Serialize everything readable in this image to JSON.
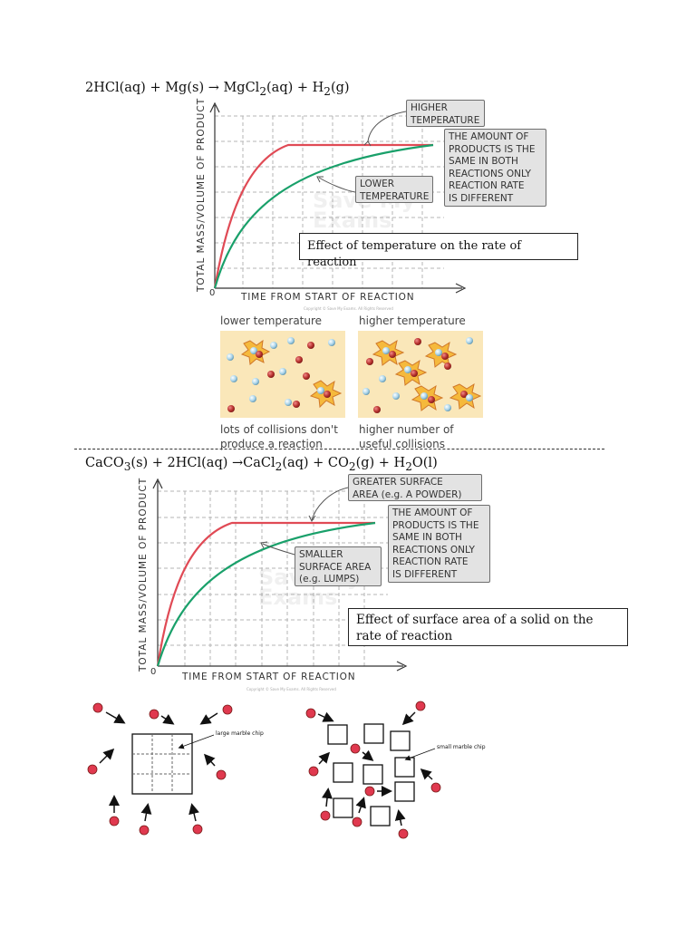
{
  "section1": {
    "equation_parts": [
      "2HCl(aq) + Mg(s) → MgCl",
      "2",
      "(aq) + H",
      "2",
      "(g)"
    ],
    "callouts": {
      "higher": "HIGHER\nTEMPERATURE",
      "same": "THE AMOUNT OF\nPRODUCTS IS THE\nSAME IN BOTH\nREACTIONS ONLY\nREACTION RATE\nIS DIFFERENT",
      "lower": "LOWER\nTEMPERATURE"
    },
    "caption": "Effect of temperature on the rate of reaction",
    "panels": {
      "left_title": "lower temperature",
      "left_note": "lots of collisions don't\nproduce a reaction",
      "right_title": "higher temperature",
      "right_note": "higher number of\nuseful collisions"
    }
  },
  "section2": {
    "equation_parts": [
      "CaCO",
      "3",
      "(s) + 2HCl(aq) →CaCl",
      "2",
      "(aq) + CO",
      "2",
      "(g) + H",
      "2",
      "O(l)"
    ],
    "callouts": {
      "greater": "GREATER SURFACE\nAREA  (e.g. A POWDER)",
      "same": "THE AMOUNT OF\nPRODUCTS IS THE\nSAME IN BOTH\nREACTIONS ONLY\nREACTION RATE\nIS DIFFERENT",
      "smaller": "SMALLER\nSURFACE AREA\n(e.g. LUMPS)"
    },
    "caption": "Effect of surface area of a solid on the rate of reaction",
    "large_chip_label": "large marble chip",
    "small_chip_label": "small marble chip"
  },
  "graph": {
    "y_label": "TOTAL MASS/VOLUME OF PRODUCT",
    "x_label": "TIME FROM START OF REACTION",
    "origin": "0",
    "copyright": "Copyright © Save My Exams. All Rights Reserved",
    "watermark": "Save My\nExams"
  },
  "colors": {
    "red_curve": "#e04a55",
    "green_curve": "#19a06a",
    "panel_bg": "#fae7b9",
    "callout_bg": "#e3e3e3",
    "particle_red": "#e0394f"
  }
}
